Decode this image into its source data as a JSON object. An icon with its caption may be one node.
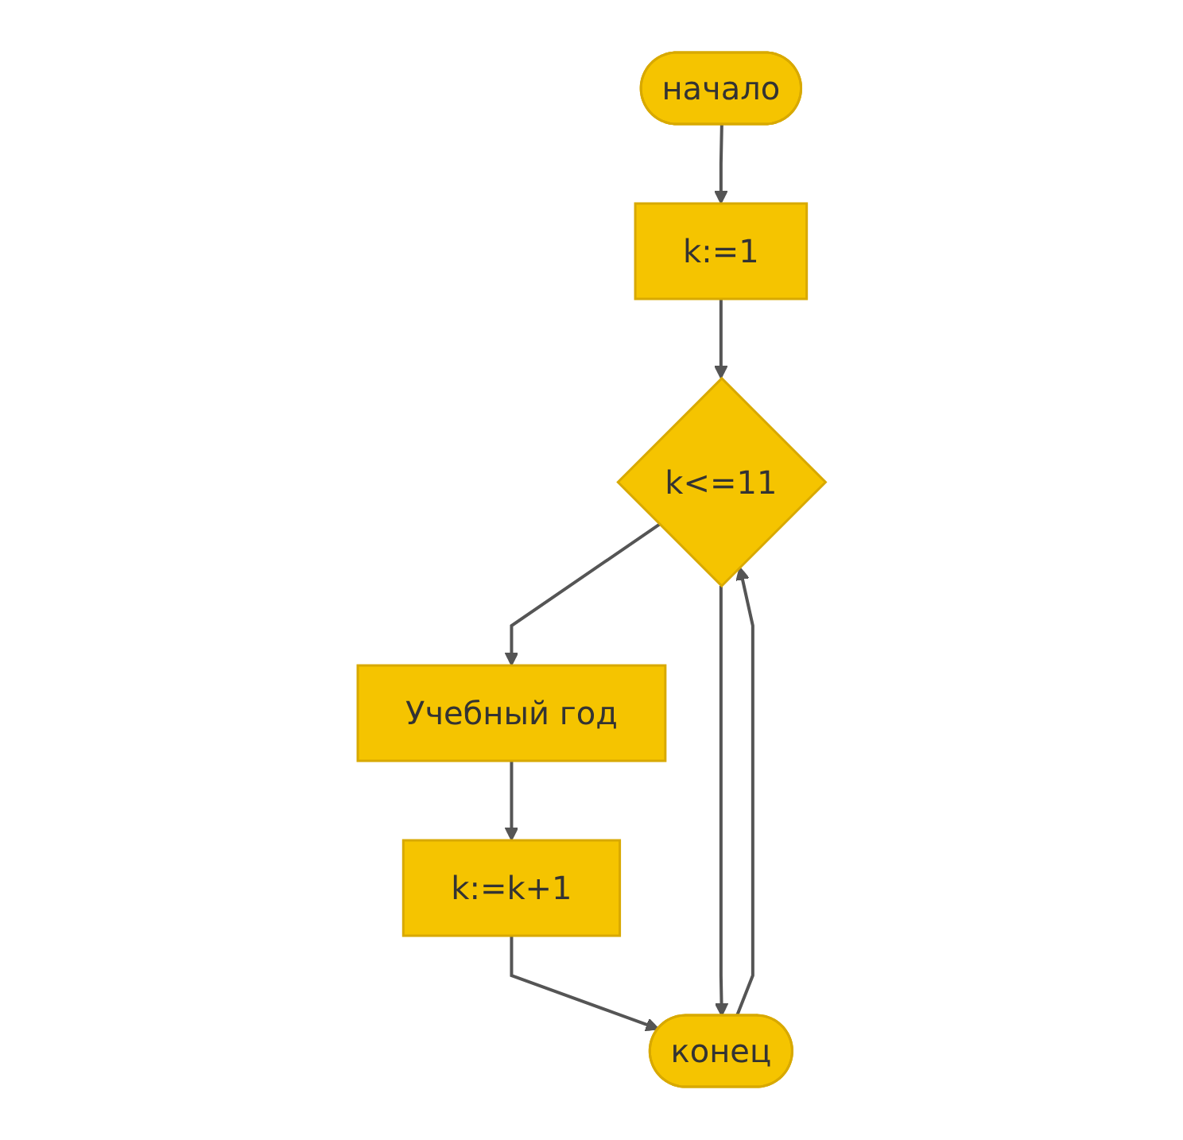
{
  "diagram": {
    "nodes": [
      {
        "text": [
          "начало"
        ]
      },
      {
        "text": [
          "k:=1"
        ]
      },
      {
        "text": [
          "k<=11"
        ]
      },
      {
        "text": [
          "Учебный год"
        ]
      },
      {
        "text": [
          "k:=k+1"
        ]
      },
      {
        "text": [
          "конец"
        ]
      }
    ],
    "edges": [
      {
        "from": 0,
        "to": 1,
        "arrow": "to"
      },
      {
        "from": 1,
        "to": 2,
        "arrow": "to"
      },
      {
        "from": 2,
        "to": 3,
        "arrow": "to"
      },
      {
        "from": 3,
        "to": 4,
        "arrow": "to"
      },
      {
        "from": 4,
        "to": 5,
        "arrow": "to"
      },
      {
        "from": 2,
        "to": 5,
        "arrow": "to"
      },
      {
        "from": 5,
        "to": 2,
        "arrow": "to"
      }
    ]
  }
}
